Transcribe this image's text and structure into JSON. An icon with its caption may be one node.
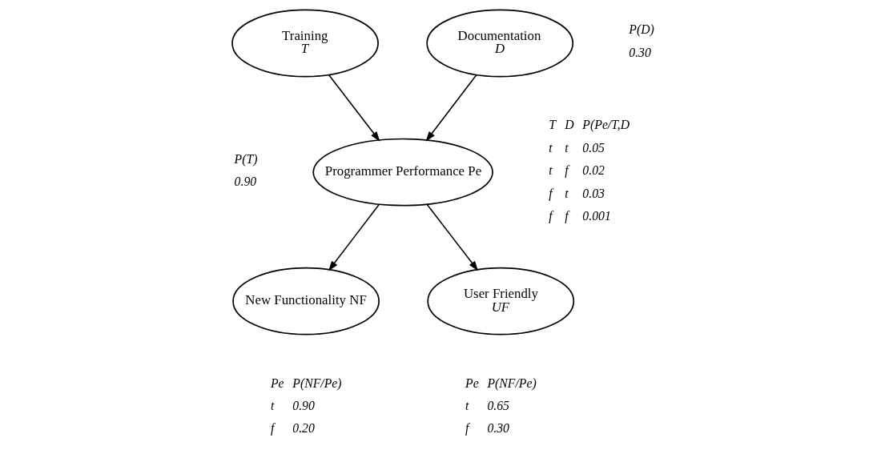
{
  "diagram": {
    "nodes": [
      {
        "text": [
          "Training",
          "T"
        ]
      },
      {
        "text": [
          "Documentation",
          "D"
        ]
      },
      {
        "text": [
          "Programmer Performance Pe"
        ]
      },
      {
        "text": [
          "New Functionality NF"
        ]
      },
      {
        "text": [
          "User Friendly",
          "UF"
        ]
      }
    ],
    "edges": [
      {
        "from": 0,
        "to": 2,
        "arrow": "to"
      },
      {
        "from": 1,
        "to": 2,
        "arrow": "to"
      },
      {
        "from": 2,
        "to": 3,
        "arrow": "to"
      },
      {
        "from": 2,
        "to": 4,
        "arrow": "to"
      }
    ],
    "labels": [
      "P(D)",
      "0.30",
      "P(T)",
      "0.90",
      "T",
      "D",
      "P(Pe/T,D",
      "t",
      "t",
      "0.05",
      "t",
      "f",
      "0.02",
      "f",
      "t",
      "0.03",
      "f",
      "f",
      "0.001",
      "Pe",
      "P(NF/Pe)",
      "t",
      "0.90",
      "f",
      "0.20",
      "Pe",
      "P(NF/Pe)",
      "t",
      "0.65",
      "f",
      "0.30"
    ]
  }
}
